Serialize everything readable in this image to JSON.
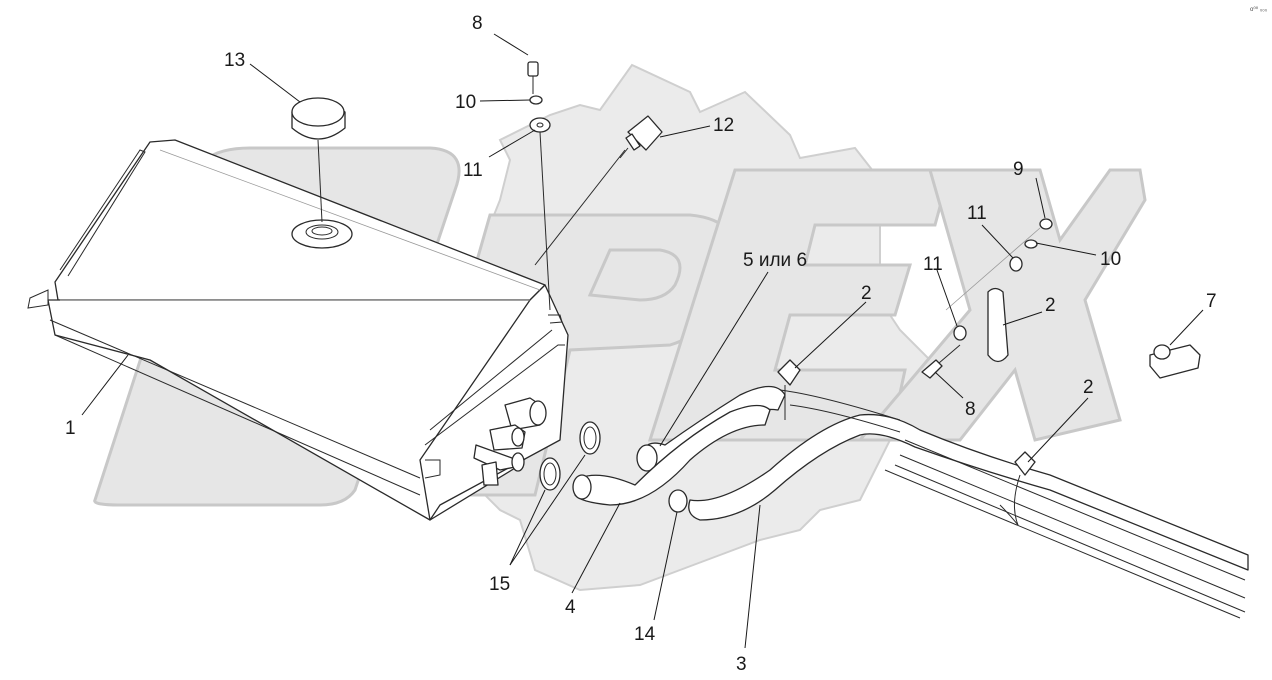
{
  "diagram": {
    "watermark": {
      "text": "OPEX",
      "fill_color": "#e6e6e6",
      "outline_color": "#c8c8c8"
    },
    "corner_mark": "о⁰⁰ ₀₀₀",
    "line_color": "#2a2a2a",
    "callouts": {
      "c1": "1",
      "c2a": "2",
      "c2b": "2",
      "c2c": "2",
      "c3": "3",
      "c4": "4",
      "c5": "5 или 6",
      "c7": "7",
      "c8a": "8",
      "c8b": "8",
      "c9": "9",
      "c10a": "10",
      "c10b": "10",
      "c11a": "11",
      "c11b": "11",
      "c11c": "11",
      "c12": "12",
      "c13": "13",
      "c14": "14",
      "c15": "15"
    }
  }
}
